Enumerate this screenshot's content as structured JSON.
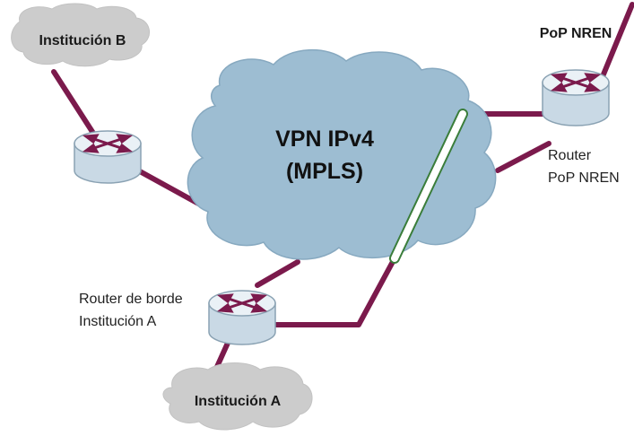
{
  "cloud_labels": {
    "institucion_b": "Institución B",
    "institucion_a": "Institución A"
  },
  "core": {
    "line1": "VPN IPv4",
    "line2": "(MPLS)"
  },
  "pop": {
    "title": "PoP NREN",
    "router_line1": "Router",
    "router_line2": "PoP NREN"
  },
  "border_router": {
    "line1": "Router de borde",
    "line2": "Institución A"
  },
  "colors": {
    "link": "#7b1a4c",
    "core_cloud": "#9dbdd2",
    "core_cloud_stroke": "#87a9c0",
    "side_cloud": "#cccccc",
    "router_body": "#c9d9e5",
    "router_top": "#eaf1f6",
    "router_arrows": "#7b1a4c",
    "tunnel_stroke": "#3a7d3a",
    "tunnel_fill": "#ffffff"
  }
}
